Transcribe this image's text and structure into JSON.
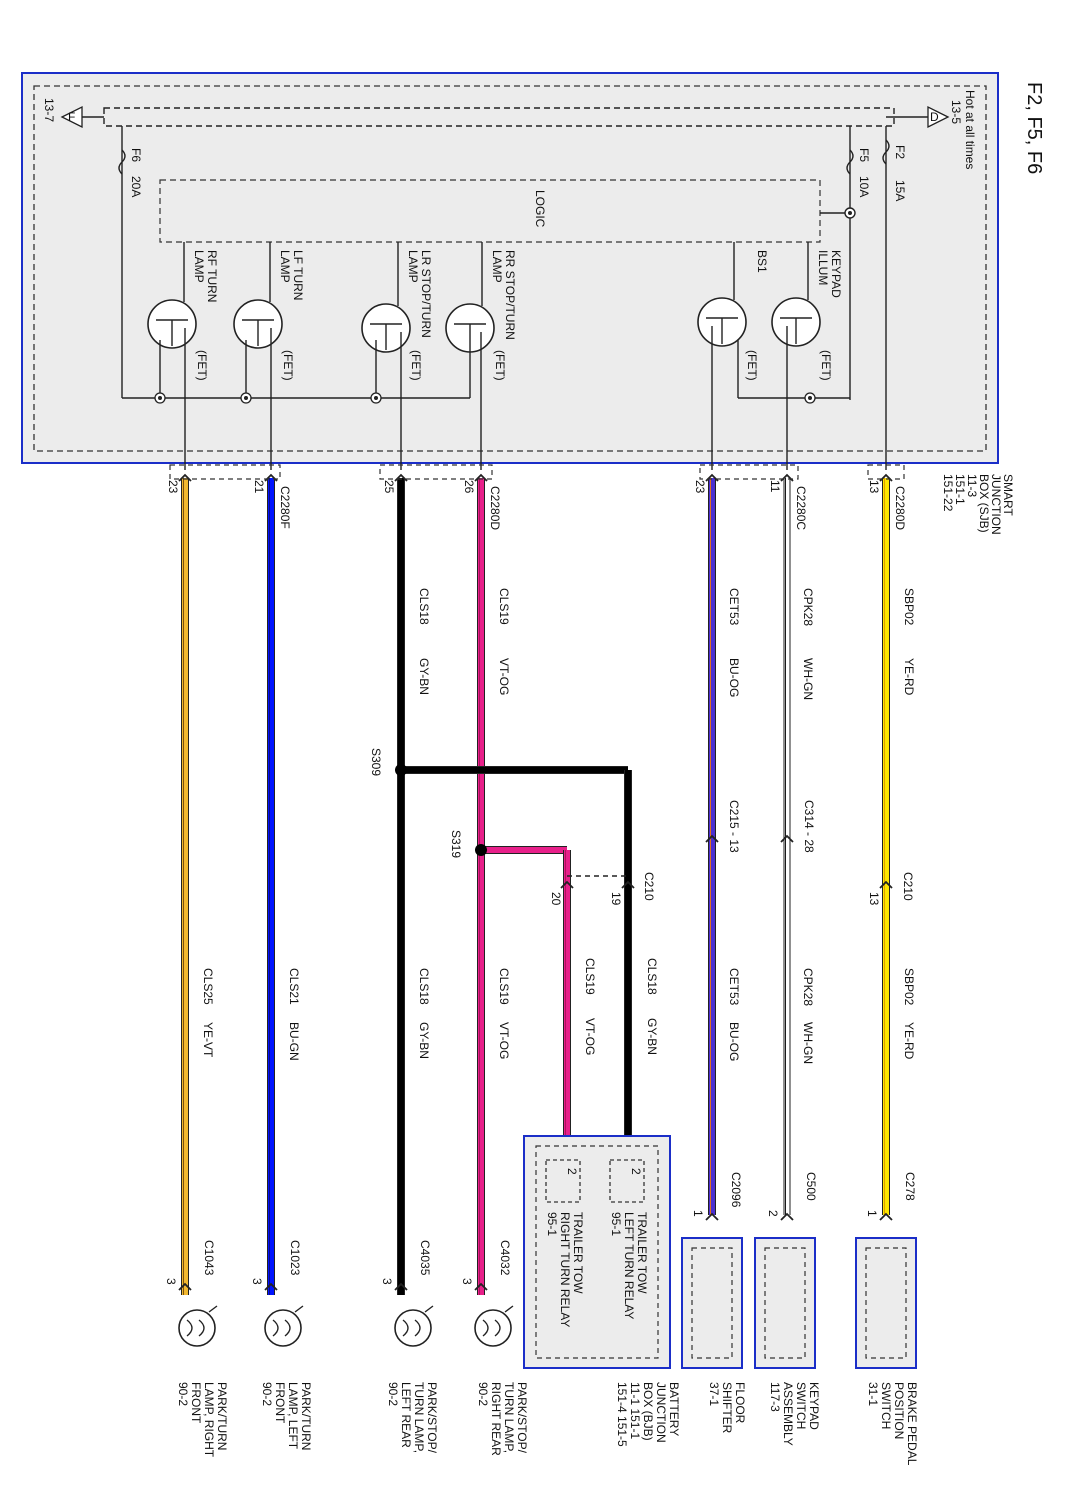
{
  "header": {
    "fuses_title": "F2, F5, F6"
  },
  "sjb": {
    "hot_label": [
      "Hot at all times",
      "13-5"
    ],
    "tri_d": "D",
    "tri_f": "F",
    "ref_13_7": "13-7",
    "fuses": [
      {
        "name": "F2",
        "rating": "15A"
      },
      {
        "name": "F5",
        "rating": "10A"
      },
      {
        "name": "F6",
        "rating": "20A"
      }
    ],
    "logic": "LOGIC",
    "fet_label": "(FET)",
    "drivers": [
      {
        "lines": [
          "KEYPAD",
          "ILLUM"
        ]
      },
      {
        "lines": [
          "BS1"
        ]
      },
      {
        "lines": [
          "RR STOP/TURN",
          "LAMP"
        ]
      },
      {
        "lines": [
          "LR STOP/TURN",
          "LAMP"
        ]
      },
      {
        "lines": [
          "LF TURN",
          "LAMP"
        ]
      },
      {
        "lines": [
          "RF TURN",
          "LAMP"
        ]
      }
    ],
    "title_lines": [
      "SMART",
      "JUNCTION",
      "BOX (SJB)",
      "11-3",
      "151-1",
      "151-22"
    ]
  },
  "wires": [
    {
      "id": "sbp02",
      "pin": "13",
      "connector": "C2280D",
      "circuit": "SBP02",
      "color_code": "YE-RD",
      "color": "#ffe800",
      "stripe": "#e0a000"
    },
    {
      "id": "cpk28",
      "pin": "11",
      "connector": "C2280C",
      "circuit": "CPK28",
      "color_code": "WH-GN",
      "color": "#ffffff",
      "stripe": "#1a1a1a"
    },
    {
      "id": "cet53",
      "pin": "23",
      "connector": "",
      "circuit": "CET53",
      "color_code": "BU-OG",
      "color": "#4b2fd0",
      "stripe": "#e07020"
    },
    {
      "id": "cls19",
      "pin": "26",
      "connector": "C2280D",
      "circuit": "CLS19",
      "color_code": "VT-OG",
      "color": "#e8208a",
      "stripe": "#b01060"
    },
    {
      "id": "cls18",
      "pin": "25",
      "connector": "",
      "circuit": "CLS18",
      "color_code": "GY-BN",
      "color": "#000000",
      "stripe": "#000000"
    },
    {
      "id": "cls21",
      "pin": "21",
      "connector": "C2280F",
      "circuit": "CLS21",
      "color_code": "BU-GN",
      "color": "#0014ff",
      "stripe": "#0a0a90"
    },
    {
      "id": "cls25",
      "pin": "23",
      "connector": "",
      "circuit": "CLS25",
      "color_code": "YE-VT",
      "color": "#f2b830",
      "stripe": "#7a5010"
    }
  ],
  "inline_connectors": {
    "c210": "C210",
    "c210_pin_sbp": "13",
    "c210_pin_18": "19",
    "c210_pin_19": "20",
    "c215": "C215 - 13",
    "c314": "C314 - 28"
  },
  "splices": {
    "s309": "S309",
    "s319": "S319"
  },
  "end_connectors": [
    {
      "name": "C278",
      "pin": "1"
    },
    {
      "name": "C500",
      "pin": "2"
    },
    {
      "name": "C2096",
      "pin": "1"
    },
    {
      "name": "C4032",
      "pin": "3"
    },
    {
      "name": "C4035",
      "pin": "3"
    },
    {
      "name": "C1023",
      "pin": "3"
    },
    {
      "name": "C1043",
      "pin": "3"
    }
  ],
  "components": [
    {
      "lines": [
        "BRAKE PEDAL",
        "POSITION",
        "SWITCH",
        "31-1"
      ]
    },
    {
      "lines": [
        "KEYPAD",
        "SWITCH",
        "ASSEMBLY",
        "117-3"
      ]
    },
    {
      "lines": [
        "FLOOR",
        "SHIFTER",
        "37-1"
      ]
    },
    {
      "lines": [
        "BATTERY",
        "JUNCTION",
        "BOX (BJB)",
        "11-1    151-1",
        "151-4   151-5"
      ]
    },
    {
      "lines": [
        "PARK/STOP/",
        "TURN LAMP,",
        "RIGHT REAR",
        "90-2"
      ]
    },
    {
      "lines": [
        "PARK/STOP/",
        "TURN LAMP,",
        "LEFT REAR",
        "90-2"
      ]
    },
    {
      "lines": [
        "PARK/TURN",
        "LAMP, LEFT",
        "FRONT",
        "90-2"
      ]
    },
    {
      "lines": [
        "PARK/TURN",
        "LAMP, RIGHT",
        "FRONT",
        "90-2"
      ]
    }
  ],
  "relays": [
    {
      "pin": "2",
      "lines": [
        "TRAILER TOW",
        "LEFT TURN RELAY",
        "95-1"
      ]
    },
    {
      "pin": "2",
      "lines": [
        "TRAILER TOW",
        "RIGHT TURN RELAY",
        "95-1"
      ]
    }
  ]
}
